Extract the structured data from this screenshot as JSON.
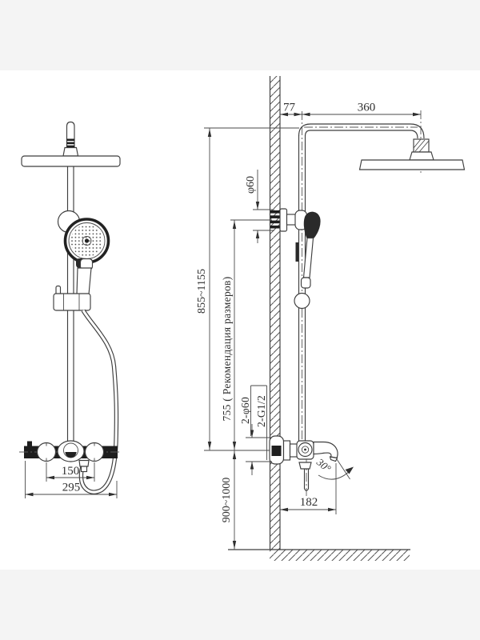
{
  "page": {
    "background_color": "#f4f4f4",
    "canvas_color": "#ffffff",
    "line_color": "#3e3e3e"
  },
  "front_view": {
    "dims": {
      "handle_spacing": "150",
      "body_width": "295"
    }
  },
  "side_view": {
    "dims": {
      "wall_offset": "77",
      "arm_length": "360",
      "bracket_diameter": "φ60",
      "overall_height_range": "855~1155",
      "recommended_height": "755 ( Рекомендация размеров)",
      "inlet_diameter": "2-φ60",
      "inlet_thread": "2-G1/2",
      "mixer_height_range": "900~1000",
      "spout_reach": "182",
      "spout_swivel_angle": "30°"
    }
  }
}
